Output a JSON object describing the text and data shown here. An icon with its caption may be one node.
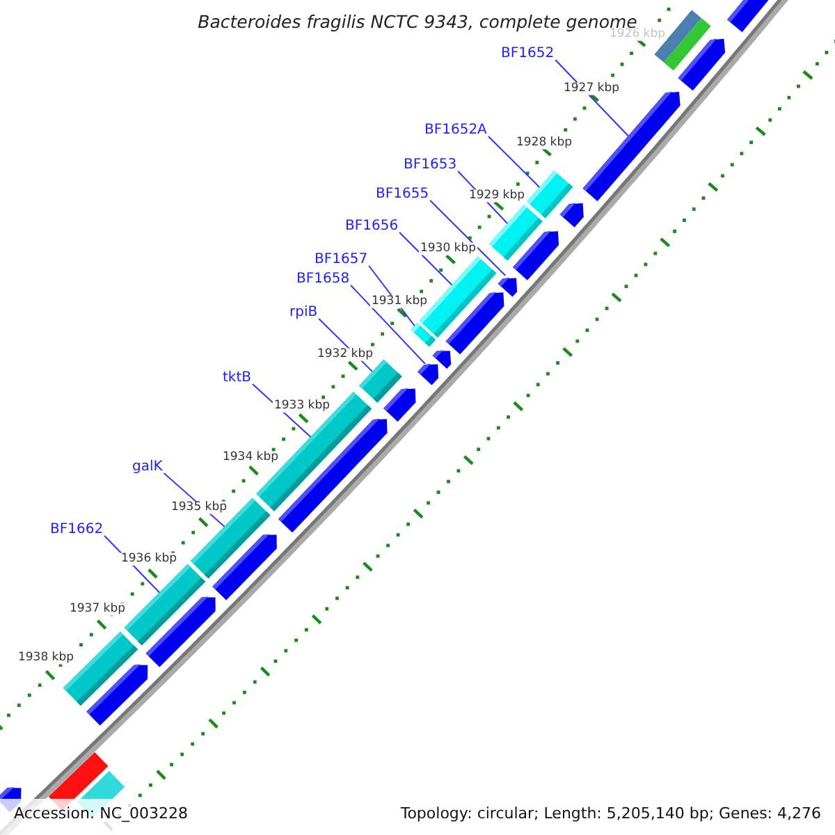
{
  "diagram": {
    "title": "Bacteroides fragilis NCTC 9343, complete genome",
    "nodes": [
      {
        "text": [
          "BF1652"
        ]
      },
      {
        "text": [
          "BF1652A"
        ]
      },
      {
        "text": [
          "BF1653"
        ]
      },
      {
        "text": [
          "BF1655"
        ]
      },
      {
        "text": [
          "BF1656"
        ]
      },
      {
        "text": [
          "BF1657"
        ]
      },
      {
        "text": [
          "BF1658"
        ]
      },
      {
        "text": [
          "rpiB"
        ]
      },
      {
        "text": [
          "tktB"
        ]
      },
      {
        "text": [
          "galK"
        ]
      },
      {
        "text": [
          "BF1662"
        ]
      },
      {
        "text": [],
        "shape": "pentagon"
      },
      {
        "text": [],
        "shape": "bar"
      },
      {
        "text": [],
        "shape": "pentagon"
      },
      {
        "text": [],
        "shape": "pentagon"
      },
      {
        "text": [],
        "shape": "bar"
      },
      {
        "text": [],
        "shape": "pentagon"
      },
      {
        "text": [],
        "shape": "bar"
      },
      {
        "text": [],
        "shape": "pentagon"
      },
      {
        "text": [],
        "shape": "pentagon"
      },
      {
        "text": [],
        "shape": "bar"
      },
      {
        "text": [],
        "shape": "pentagon"
      },
      {
        "text": [],
        "shape": "bar"
      },
      {
        "text": [],
        "shape": "pentagon"
      },
      {
        "text": [],
        "shape": "pentagon"
      },
      {
        "text": [],
        "shape": "bar"
      },
      {
        "text": [],
        "shape": "pentagon"
      },
      {
        "text": [],
        "shape": "bar"
      },
      {
        "text": [],
        "shape": "pentagon"
      },
      {
        "text": [],
        "shape": "bar"
      },
      {
        "text": [],
        "shape": "pentagon"
      },
      {
        "text": [],
        "shape": "bar"
      },
      {
        "text": [],
        "shape": "pentagon"
      },
      {
        "text": [],
        "shape": "bar"
      },
      {
        "text": [],
        "shape": "pentagon"
      },
      {
        "text": [],
        "shape": "bar"
      },
      {
        "text": [],
        "shape": "bar"
      },
      {
        "text": [],
        "shape": "pentagon"
      }
    ],
    "edges": [
      {
        "from": 0,
        "to": 14,
        "arrow": "none"
      },
      {
        "from": 1,
        "to": 15,
        "arrow": "none"
      },
      {
        "from": 2,
        "to": 17,
        "arrow": "none"
      },
      {
        "from": 3,
        "to": 19,
        "arrow": "none"
      },
      {
        "from": 4,
        "to": 20,
        "arrow": "none"
      },
      {
        "from": 5,
        "to": 22,
        "arrow": "none"
      },
      {
        "from": 6,
        "to": 24,
        "arrow": "none"
      },
      {
        "from": 7,
        "to": 25,
        "arrow": "none"
      },
      {
        "from": 8,
        "to": 27,
        "arrow": "none"
      },
      {
        "from": 9,
        "to": 29,
        "arrow": "none"
      },
      {
        "from": 10,
        "to": 31,
        "arrow": "none"
      }
    ],
    "labels": [
      "1926 kbp",
      "1927 kbp",
      "1928 kbp",
      "1929 kbp",
      "1930 kbp",
      "1931 kbp",
      "1932 kbp",
      "1933 kbp",
      "1934 kbp",
      "1935 kbp",
      "1936 kbp",
      "1937 kbp",
      "1938 kbp",
      "Accession: NC_003228",
      "Topology: circular; Length: 5,205,140 bp; Genes: 4,276"
    ]
  }
}
